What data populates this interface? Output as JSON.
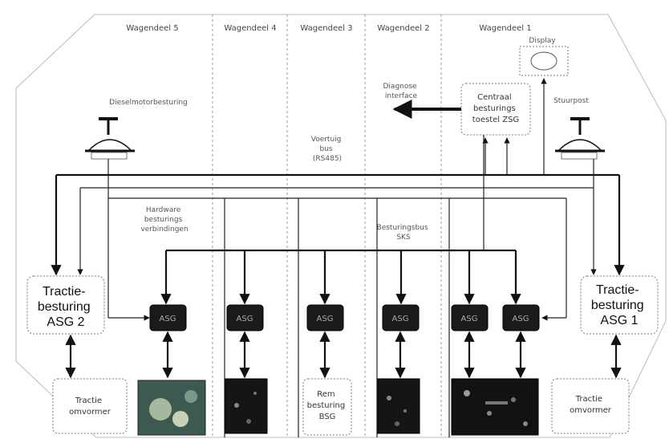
{
  "cars": [
    {
      "id": "5",
      "label": "Wagendeel 5"
    },
    {
      "id": "4",
      "label": "Wagendeel 4"
    },
    {
      "id": "3",
      "label": "Wagendeel 3"
    },
    {
      "id": "2",
      "label": "Wagendeel 2"
    },
    {
      "id": "1",
      "label": "Wagendeel 1"
    }
  ],
  "labels": {
    "display": "Display",
    "diagnose_interface": "Diagnose interface",
    "central_unit": "Centraal besturings toestel ZSG",
    "pantograph_control_left": "Dieselmotorbesturing",
    "pantograph_right": "Stuurpost",
    "hardware_connections": "Hardware besturings verbindingen",
    "vehicle_bus": "Voertuig bus (RS485)",
    "control_bus": "Besturingsbus SKS",
    "traction_asg2": "Tractie-besturing ASG 2",
    "traction_asg1": "Tractie-besturing ASG 1",
    "converter_left": "Tractie omvormer",
    "converter_right": "Tractie omvormer",
    "brake_control": "Rem besturing BSG",
    "asg_unit": "ASG"
  },
  "colors": {
    "line": "#111111",
    "unit_fill": "#1a1a1a",
    "box_border": "#777777"
  }
}
